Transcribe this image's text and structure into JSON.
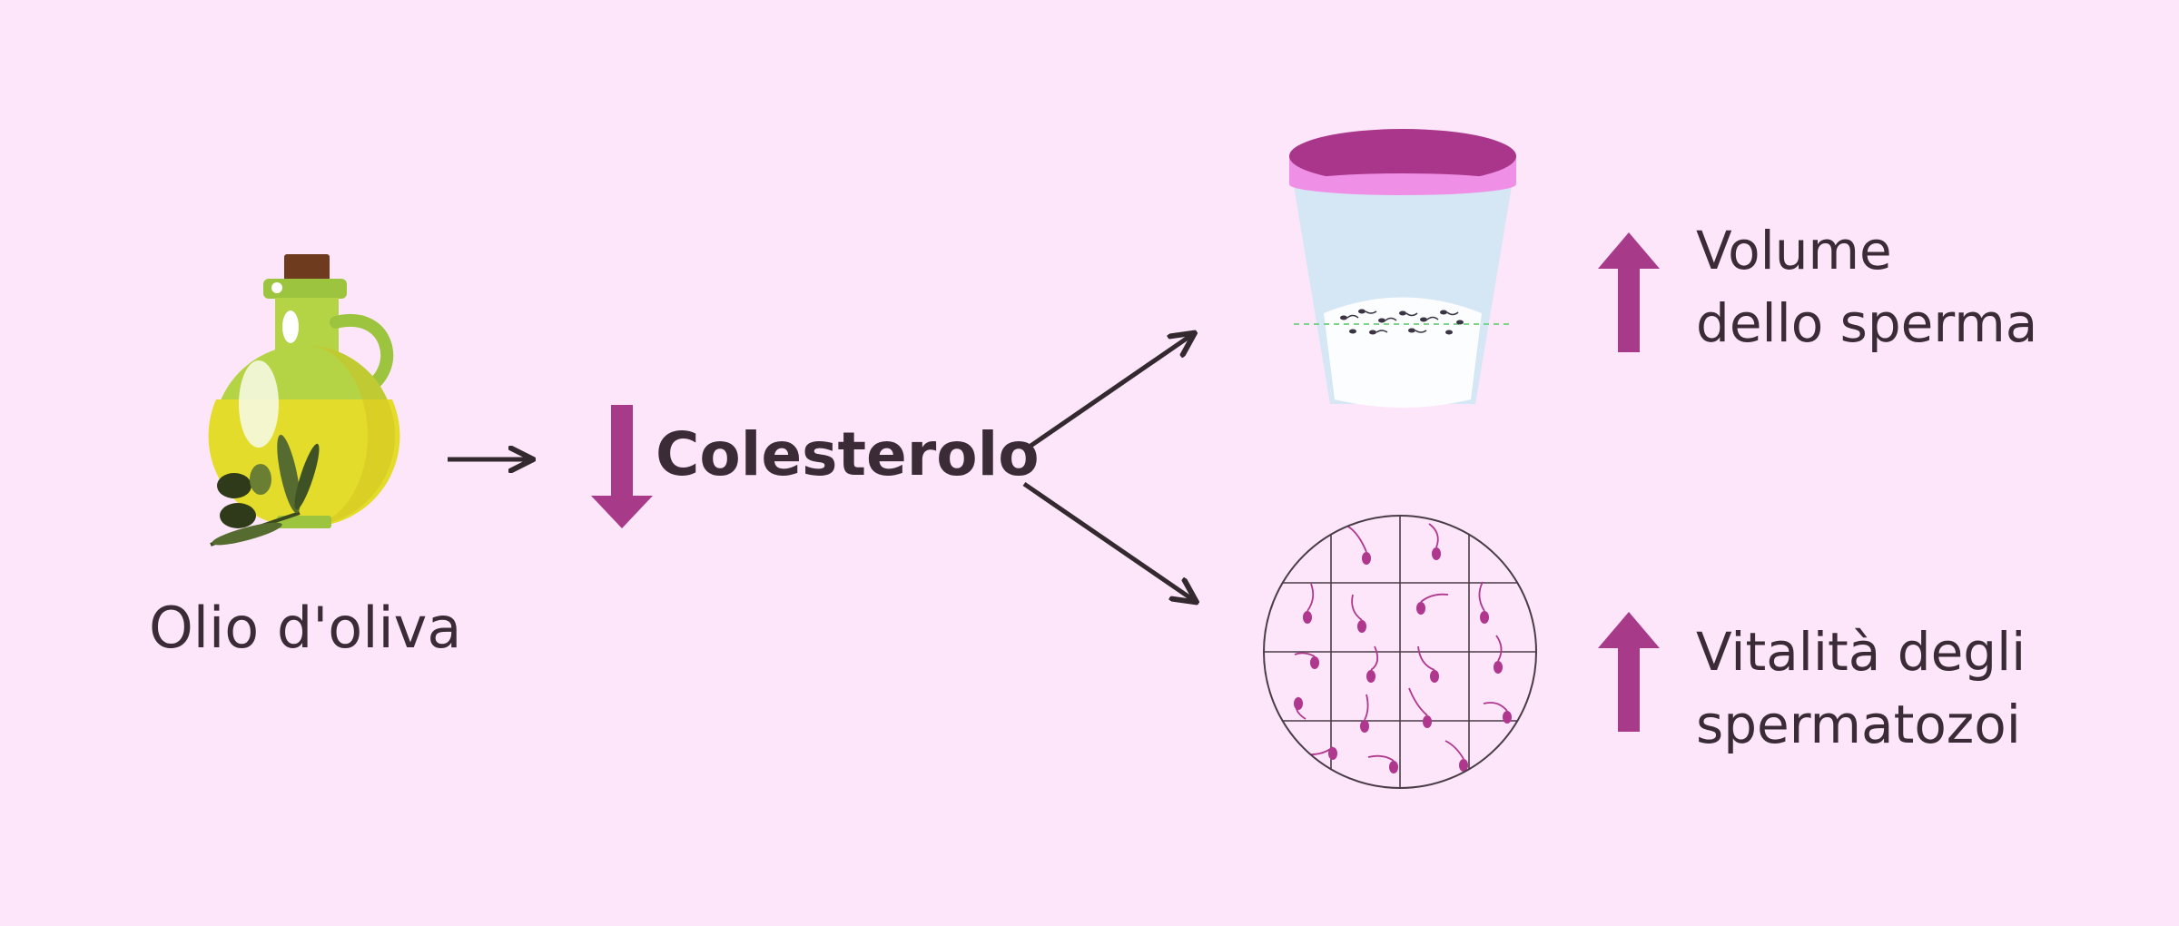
{
  "colors": {
    "background": "#fde6f9",
    "accent": "#a83a8a",
    "arrow_dark": "#33292f",
    "text": "#3a2b36"
  },
  "icons": {
    "oil": "olive-oil-jar-icon",
    "cup": "semen-sample-cup-icon",
    "microscope": "sperm-microscope-view-icon"
  },
  "labels": {
    "oil": "Olio d'oliva",
    "cholesterol": "Colesterolo",
    "volume_line1": "Volume",
    "volume_line2": "dello sperma",
    "vitality_line1": "Vitalità degli",
    "vitality_line2": "spermatozoi"
  },
  "indicators": {
    "cholesterol": "down",
    "volume": "up",
    "vitality": "up"
  }
}
